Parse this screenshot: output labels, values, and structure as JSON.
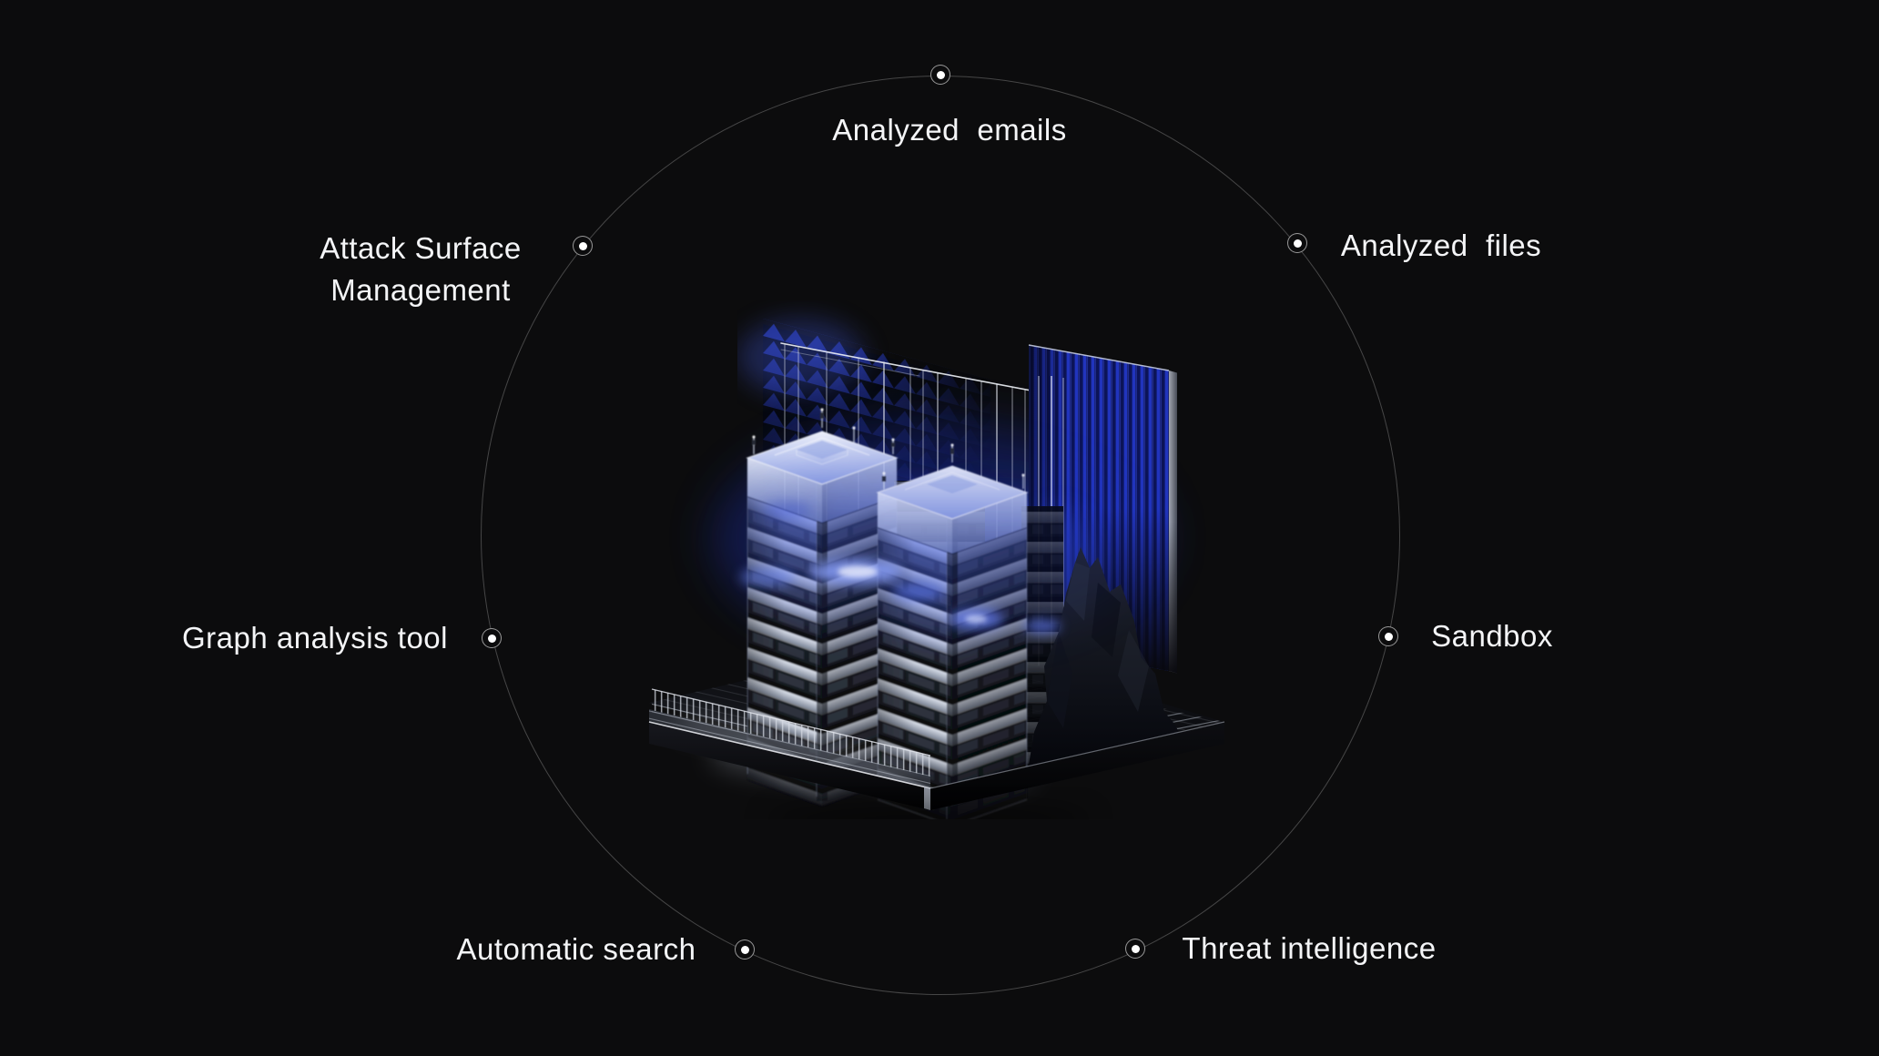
{
  "page": {
    "background_color": "#0c0c0d",
    "text_color": "#f4f5f7",
    "circle_stroke_color": "rgba(255,255,255,0.24)",
    "accent_blue": "#2134bd",
    "glow_blue": "#6c86ff"
  },
  "diagram": {
    "nodes": [
      {
        "id": "analyzed-emails",
        "label": "Analyzed  emails"
      },
      {
        "id": "analyzed-files",
        "label": "Analyzed  files"
      },
      {
        "id": "sandbox",
        "label": "Sandbox"
      },
      {
        "id": "threat-intelligence",
        "label": "Threat intelligence"
      },
      {
        "id": "automatic-search",
        "label": "Automatic search"
      },
      {
        "id": "graph-analysis-tool",
        "label": "Graph analysis tool"
      },
      {
        "id": "attack-surface-management",
        "label": "Attack Surface Management"
      }
    ]
  },
  "illustration": {
    "description": "3D render of a data center: two glass server towers with glowing blue lights, a blue ribbed panel, heatsink fins, a wireframe glass wall and a rock formation on a dark platform",
    "elements": [
      "server-tower-left",
      "server-tower-right",
      "blue-ribbed-panel",
      "heatsink-fins",
      "wireframe-wall",
      "rock-formation",
      "platform",
      "glow-effects"
    ]
  }
}
